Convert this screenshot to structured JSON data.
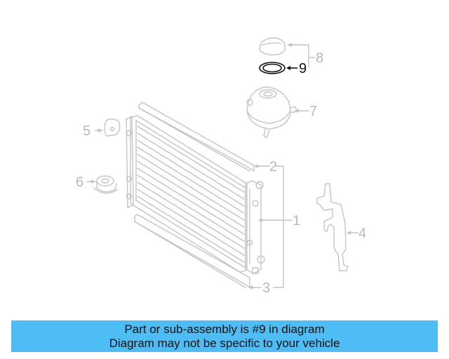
{
  "diagram": {
    "highlighted_part": "9",
    "callouts": [
      {
        "id": "1",
        "label": "1",
        "part": "radiator"
      },
      {
        "id": "2",
        "label": "2",
        "part": "upper seal strip"
      },
      {
        "id": "3",
        "label": "3",
        "part": "lower seal strip"
      },
      {
        "id": "4",
        "label": "4",
        "part": "side air guide"
      },
      {
        "id": "5",
        "label": "5",
        "part": "upper mount bushing"
      },
      {
        "id": "6",
        "label": "6",
        "part": "lower mount bushing"
      },
      {
        "id": "7",
        "label": "7",
        "part": "coolant reservoir"
      },
      {
        "id": "8",
        "label": "8",
        "part": "reservoir cap"
      },
      {
        "id": "9",
        "label": "9",
        "part": "cap seal o-ring"
      }
    ],
    "colors": {
      "line_gray": "#c4c4c4",
      "highlight": "#111111",
      "banner": "#4fbdf5"
    }
  },
  "banner": {
    "line1": "Part or sub-assembly is #9 in diagram",
    "line2": "Diagram may not be specific to your vehicle"
  }
}
